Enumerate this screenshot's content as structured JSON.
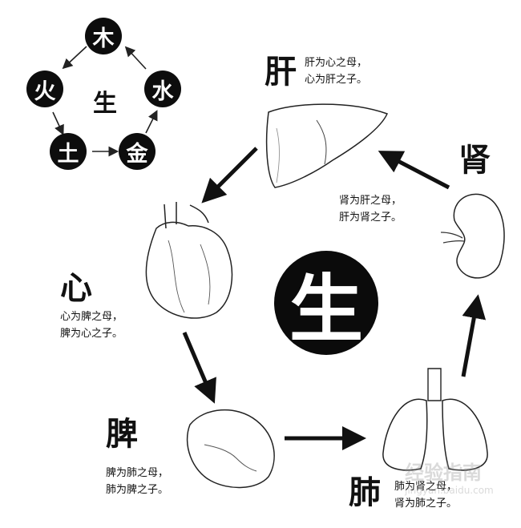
{
  "cycle": {
    "elements": [
      "木",
      "水",
      "金",
      "土",
      "火"
    ],
    "center": "生"
  },
  "organs": {
    "liver": {
      "title": "肝",
      "lines": [
        "肝为心之母，",
        "心为肝之子。"
      ]
    },
    "kidney": {
      "title": "肾",
      "lines": [
        "肾为肝之母，",
        "肝为肾之子。"
      ]
    },
    "heart": {
      "title": "心",
      "lines": [
        "心为脾之母，",
        "脾为心之子。"
      ]
    },
    "spleen": {
      "title": "脾",
      "lines": [
        "脾为肺之母，",
        "肺为脾之子。"
      ]
    },
    "lung": {
      "title": "肺",
      "lines": [
        "肺为肾之母，",
        "肾为肺之子。"
      ]
    }
  },
  "center_label": "生",
  "watermark": {
    "line1": "经验指南",
    "line2": "jingyan.baidu.com"
  }
}
